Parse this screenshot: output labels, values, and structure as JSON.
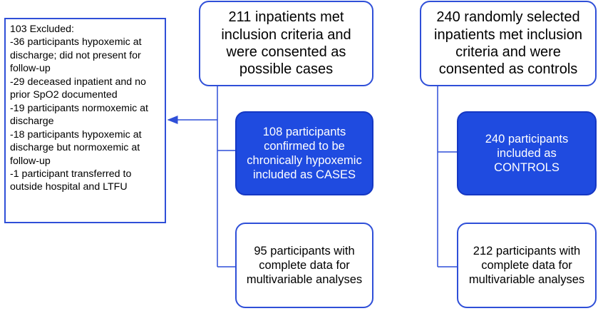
{
  "excluded": {
    "title": "103 Excluded:",
    "items": [
      "-36 participants hypoxemic at discharge; did not present for follow-up",
      "-29 deceased inpatient and no prior SpO2 documented",
      "-19 participants normoxemic at discharge",
      "-18 participants hypoxemic at discharge but normoxemic at follow-up",
      "-1 participant transferred to outside hospital and LTFU"
    ]
  },
  "cases": {
    "top": "211 inpatients met inclusion criteria and were consented as possible cases",
    "middle": "108 participants confirmed to be chronically hypoxemic included as CASES",
    "bottom": "95 participants with complete data for multivariable analyses"
  },
  "controls": {
    "top": "240 randomly selected inpatients met inclusion criteria and were consented as controls",
    "middle": "240 participants included as CONTROLS",
    "bottom": "212 participants with complete data for multivariable analyses"
  },
  "colors": {
    "border": "#2f4fd8",
    "fill": "#1f4be0",
    "line": "#2f4fd8"
  }
}
